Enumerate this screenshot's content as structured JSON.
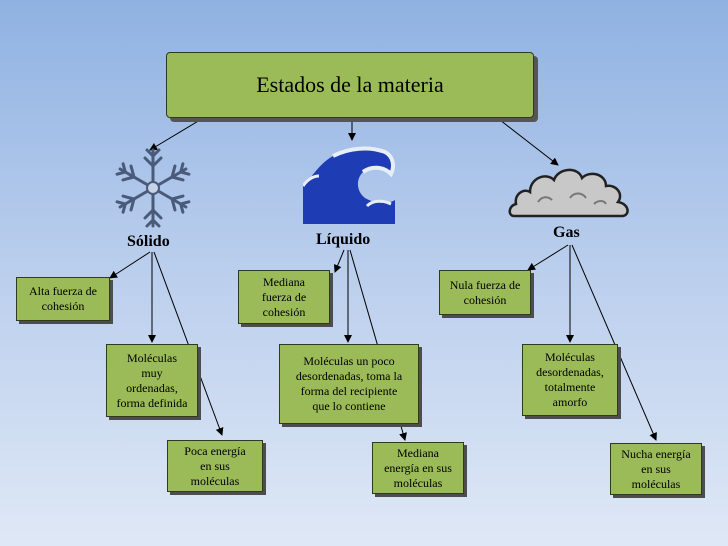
{
  "title": "Estados de la materia",
  "states": {
    "solido": {
      "label": "Sólido",
      "nodes": [
        "Alta fuerza de\ncohesión",
        "Moléculas\nmuy\nordenadas,\nforma definida",
        "Poca energía\nen sus\nmoléculas"
      ]
    },
    "liquido": {
      "label": "Líquido",
      "nodes": [
        "Mediana\nfuerza de\ncohesión",
        "Moléculas un poco\ndesordenadas, toma la\nforma del recipiente\nque lo contiene",
        "Mediana\nenergía en sus\nmoléculas"
      ]
    },
    "gas": {
      "label": "Gas",
      "nodes": [
        "Nula fuerza de\ncohesión",
        "Moléculas\ndesordenadas,\ntotalmente\namorfo",
        "Nucha energía\nen sus\nmoléculas"
      ]
    }
  },
  "colors": {
    "box_fill": "#9bbb59",
    "box_border": "#2f3a20",
    "wave": "#1e3cb4",
    "cloud": "#c8c8c8",
    "snowflake": "#4a5a7a"
  },
  "icons": {
    "solido": "snowflake-icon",
    "liquido": "wave-icon",
    "gas": "cloud-icon"
  }
}
